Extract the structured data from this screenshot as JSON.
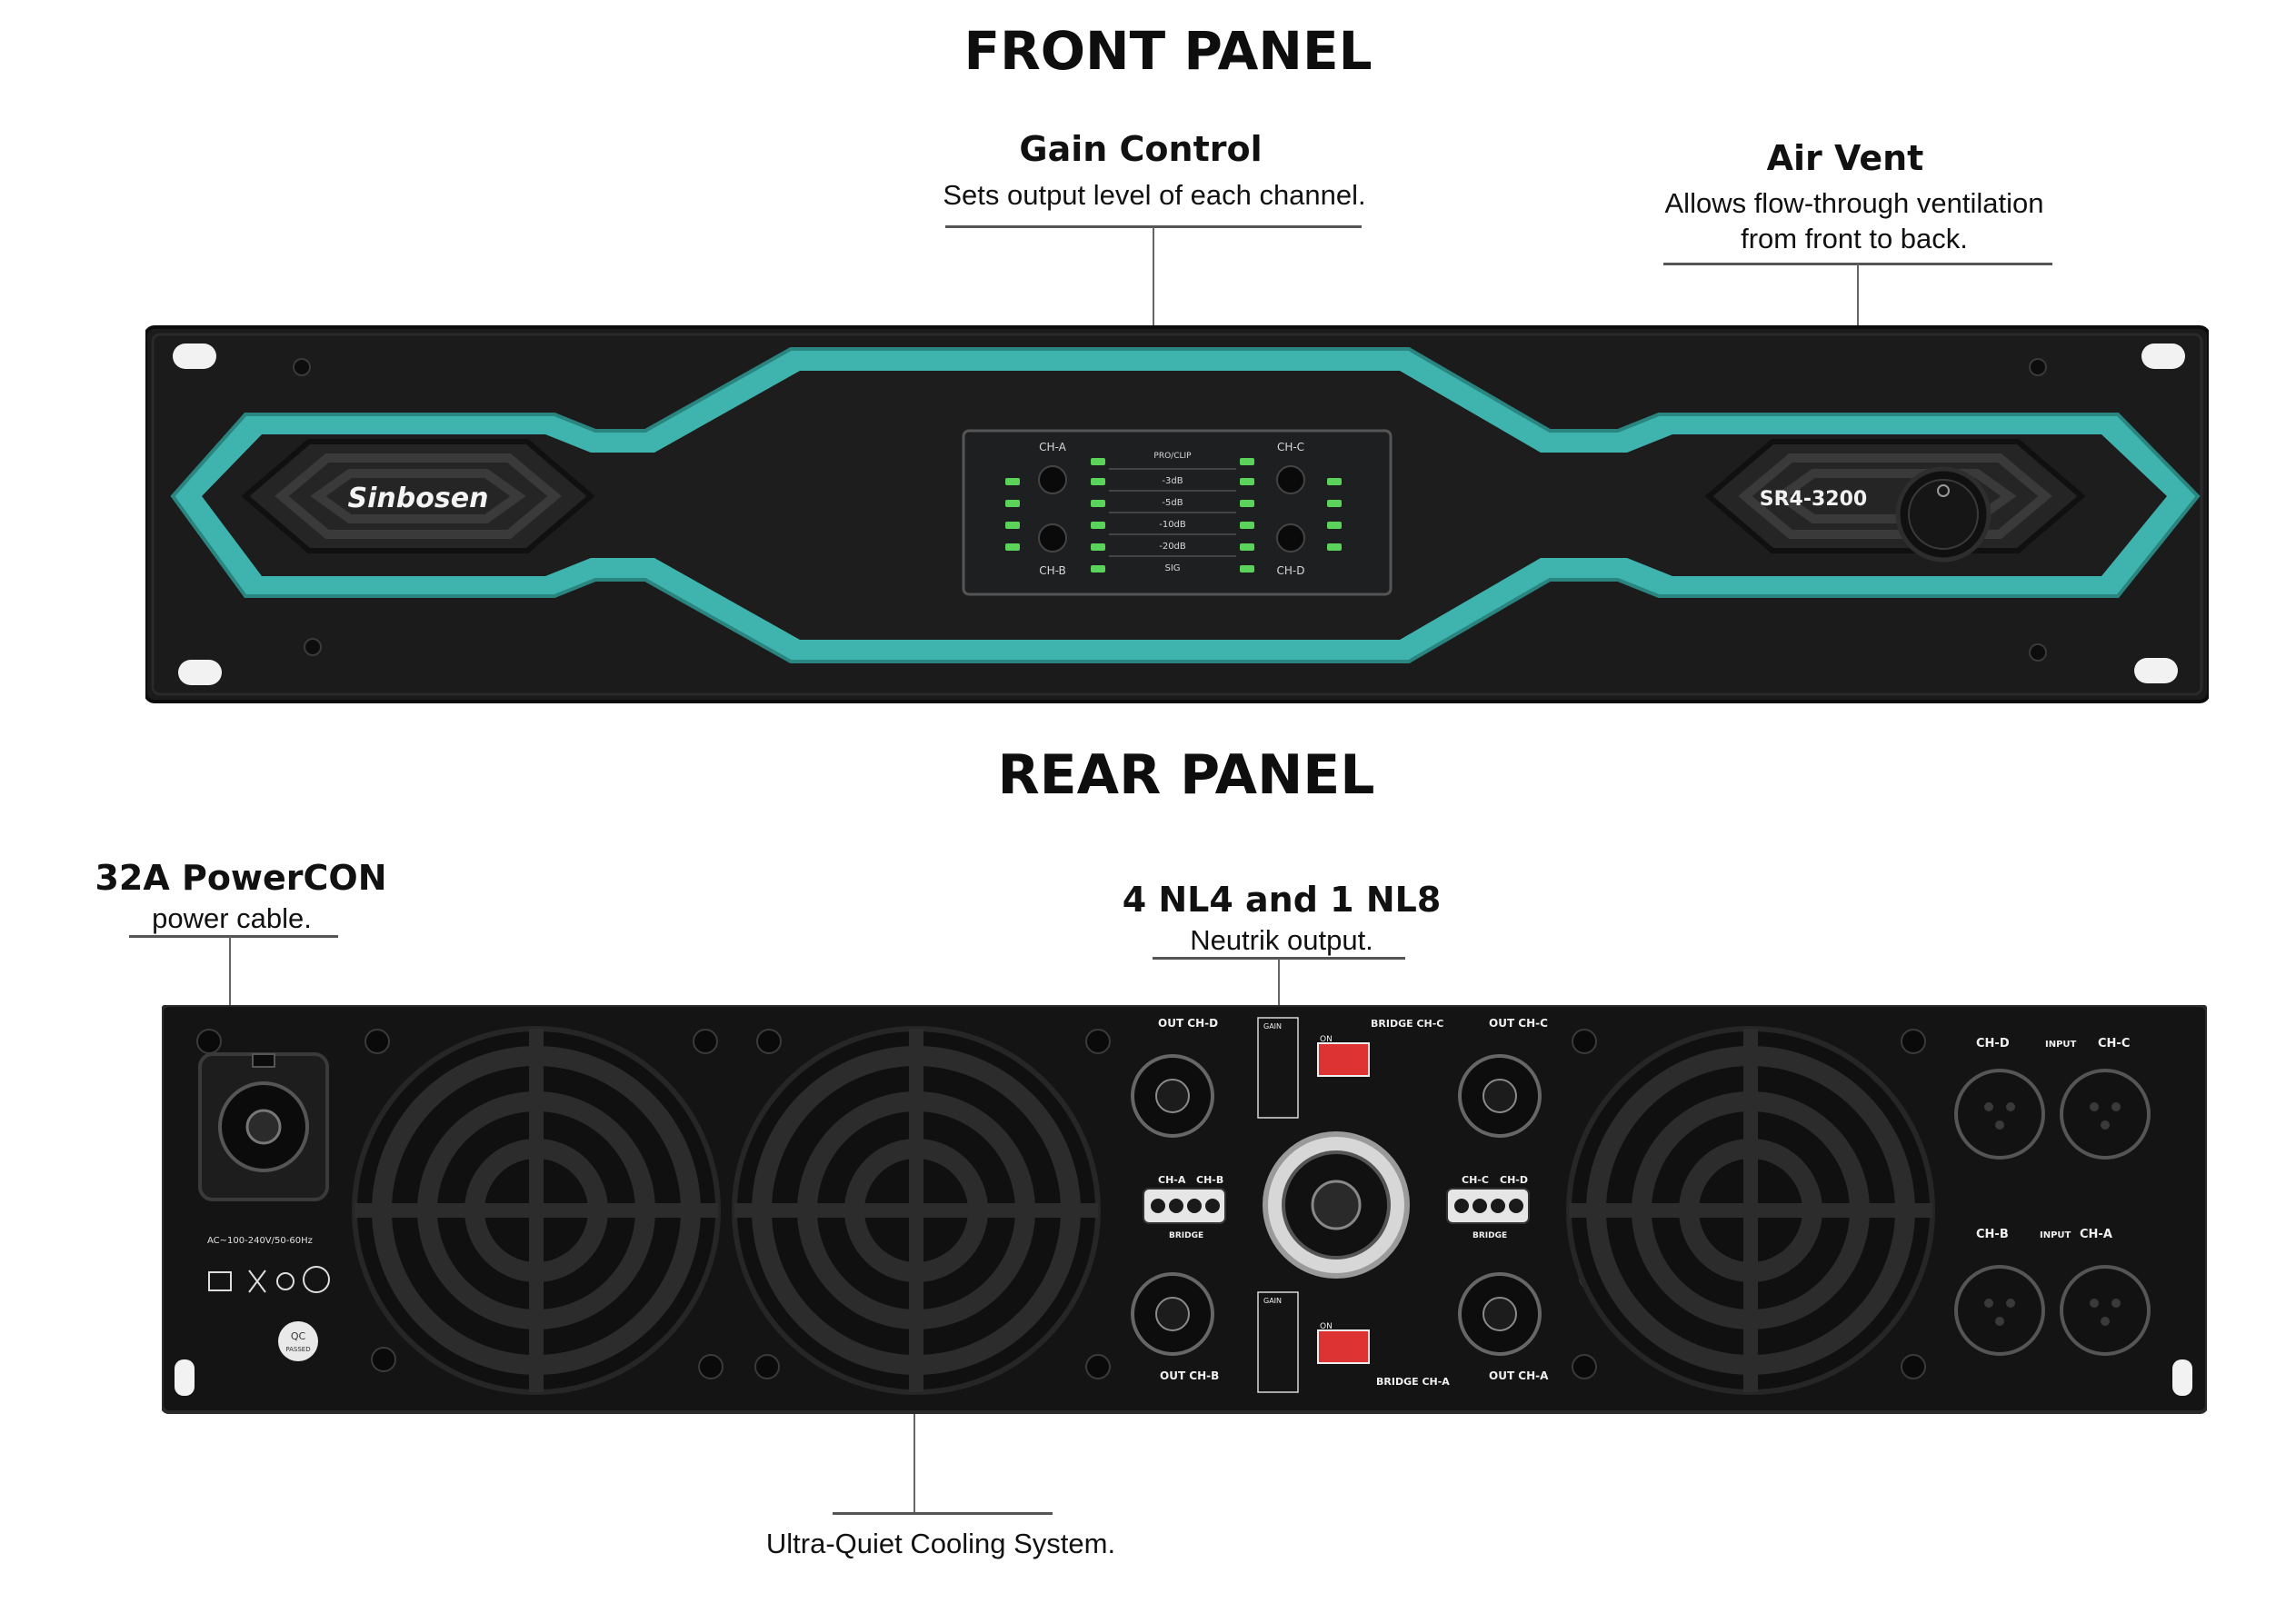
{
  "front_panel": {
    "heading": "FRONT PANEL",
    "brand": "Sinbosen",
    "model": "SR4-3200",
    "display": {
      "ch_a": "CH-A",
      "ch_b": "CH-B",
      "ch_c": "CH-C",
      "ch_d": "CH-D",
      "pro_clip": "PRO/CLIP",
      "levels": [
        "-3dB",
        "-5dB",
        "-10dB",
        "-20dB",
        "SIG"
      ]
    },
    "callouts": {
      "gain": {
        "title": "Gain Control",
        "desc": "Sets output level of each channel."
      },
      "vent": {
        "title": "Air Vent",
        "desc_line1": "Allows flow-through ventilation",
        "desc_line2": "from front to back."
      }
    }
  },
  "rear_panel": {
    "heading": "REAR PANEL",
    "labels": {
      "out_ch_d": "OUT CH-D",
      "out_ch_c": "OUT CH-C",
      "out_ch_b": "OUT CH-B",
      "out_ch_a": "OUT CH-A",
      "bridge_ch_c": "BRIDGE CH-C",
      "bridge_ch_a": "BRIDGE CH-A",
      "input": "INPUT",
      "ch_d": "CH-D",
      "ch_c": "CH-C",
      "ch_b": "CH-B",
      "ch_a": "CH-A",
      "ch_a_small": "CH-A",
      "ch_b_small": "CH-B",
      "ch_c_small": "CH-C",
      "ch_d_small": "CH-D",
      "bridge": "BRIDGE",
      "gain": "GAIN",
      "on": "ON",
      "ac": "AC~100-240V/50-60Hz",
      "qc": "QC",
      "passed": "PASSED"
    },
    "callouts": {
      "powercon": {
        "title": "32A PowerCON",
        "desc": "power cable."
      },
      "neutrik": {
        "title": "4 NL4 and 1 NL8",
        "desc": "Neutrik output."
      },
      "cooling": {
        "desc": "Ultra-Quiet Cooling System."
      }
    }
  },
  "colors": {
    "accent_teal": "#3fb3ad",
    "chassis": "#1b1b1c",
    "rear_chassis": "#141414",
    "led_green": "#5bd35b"
  }
}
